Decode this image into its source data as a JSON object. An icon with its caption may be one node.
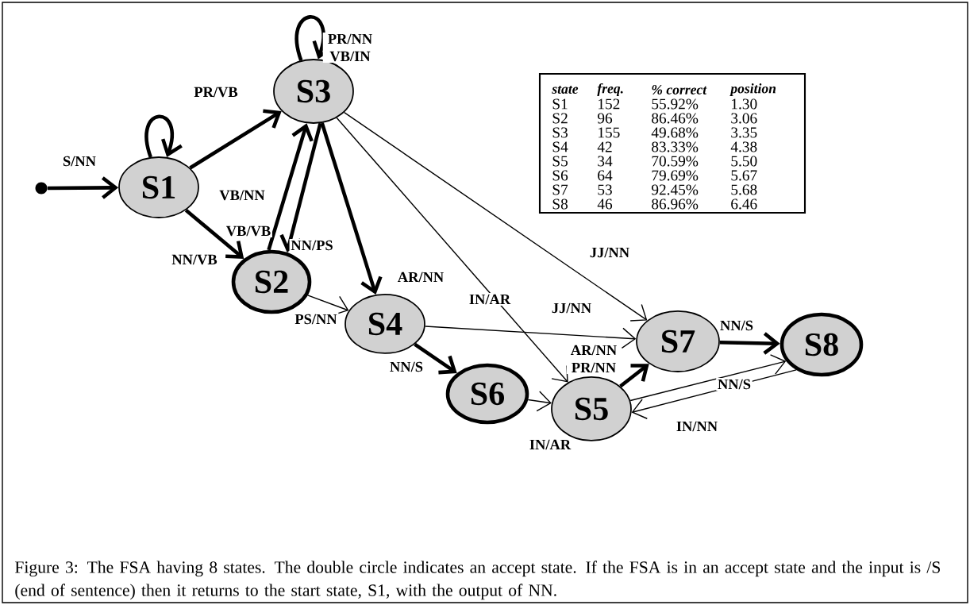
{
  "diagram": {
    "caption": "Figure 3: The FSA having 8 states. The double circle indicates an accept state. If the FSA is in an accept state and the input is /S (end of sentence) then it returns to the start state, S1, with the output of NN.",
    "nodes": [
      {
        "text": [],
        "shape": "circle"
      },
      {
        "text": [
          "S1"
        ]
      },
      {
        "text": [
          "S2"
        ]
      },
      {
        "text": [
          "S3"
        ]
      },
      {
        "text": [
          "S4"
        ]
      },
      {
        "text": [
          "S5"
        ]
      },
      {
        "text": [
          "S6"
        ]
      },
      {
        "text": [
          "S7"
        ]
      },
      {
        "text": [
          "S8"
        ]
      }
    ],
    "edges": [
      {
        "from": 0,
        "to": 1,
        "arrow": "to",
        "label": "S/NN"
      },
      {
        "from": 1,
        "to": 1,
        "arrow": "to",
        "label": "PR/VB"
      },
      {
        "from": 1,
        "to": 3,
        "arrow": "to",
        "label": "VB/NN"
      },
      {
        "from": 1,
        "to": 2,
        "arrow": "to",
        "label": "NN/VB"
      },
      {
        "from": 2,
        "to": 3,
        "arrow": "to",
        "label": "VB/VB"
      },
      {
        "from": 3,
        "to": 2,
        "arrow": "to",
        "label": "NN/PS"
      },
      {
        "from": 3,
        "to": 3,
        "arrow": "to",
        "label": "PR/NN VB/IN"
      },
      {
        "from": 2,
        "to": 4,
        "arrow": "to",
        "label": "PS/NN"
      },
      {
        "from": 3,
        "to": 4,
        "arrow": "to",
        "label": "AR/NN"
      },
      {
        "from": 3,
        "to": 5,
        "arrow": "to",
        "label": "IN/AR"
      },
      {
        "from": 3,
        "to": 7,
        "arrow": "to",
        "label": "JJ/NN"
      },
      {
        "from": 4,
        "to": 7,
        "arrow": "to",
        "label": "JJ/NN"
      },
      {
        "from": 4,
        "to": 6,
        "arrow": "to",
        "label": "NN/S"
      },
      {
        "from": 6,
        "to": 5,
        "arrow": "to",
        "label": "IN/AR"
      },
      {
        "from": 5,
        "to": 7,
        "arrow": "to",
        "label": "AR/NN PR/NN"
      },
      {
        "from": 7,
        "to": 8,
        "arrow": "to",
        "label": "NN/S"
      },
      {
        "from": 5,
        "to": 8,
        "arrow": "to",
        "label": "NN/S"
      },
      {
        "from": 8,
        "to": 5,
        "arrow": "to",
        "label": "IN/NN"
      }
    ],
    "labels": [
      "state",
      "freq.",
      "% correct",
      "position",
      "S1",
      "152",
      "55.92%",
      "1.30",
      "S2",
      "96",
      "86.46%",
      "3.06",
      "S3",
      "155",
      "49.68%",
      "3.35",
      "S4",
      "42",
      "83.33%",
      "4.38",
      "S5",
      "34",
      "70.59%",
      "5.50",
      "S6",
      "64",
      "79.69%",
      "5.67",
      "S7",
      "53",
      "92.45%",
      "5.68",
      "S8",
      "46",
      "86.96%",
      "6.46"
    ]
  }
}
